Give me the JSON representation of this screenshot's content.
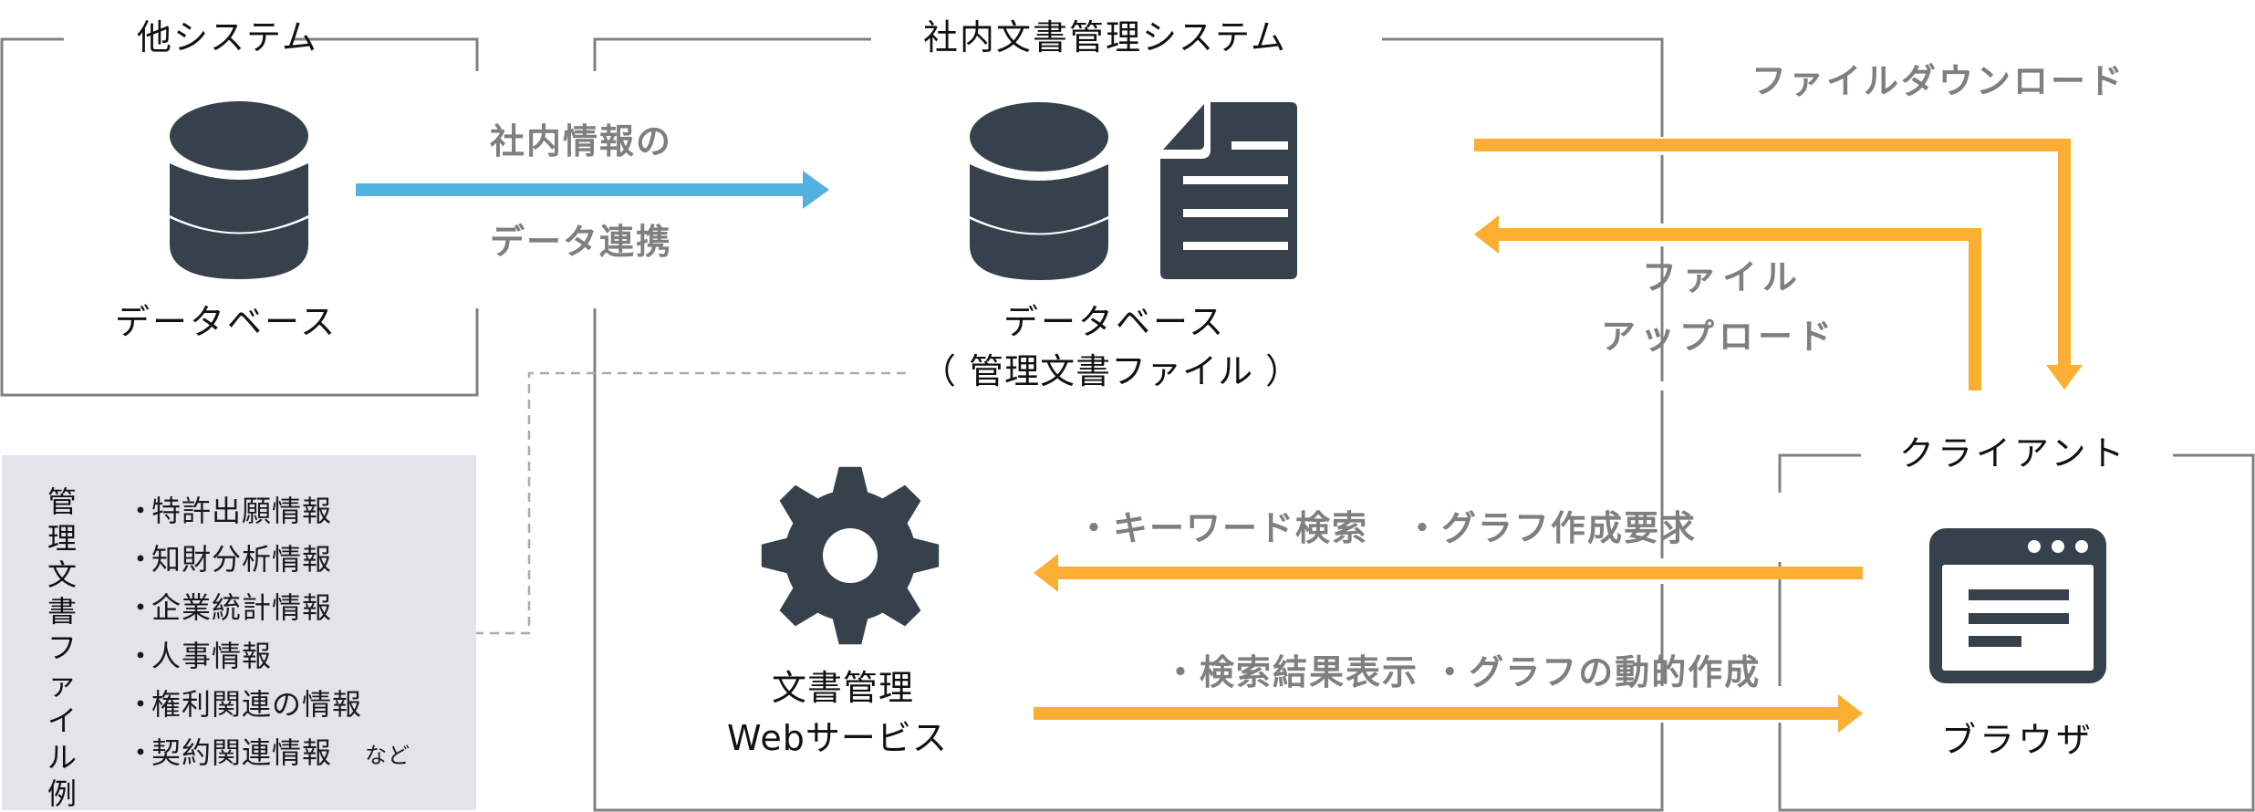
{
  "colors": {
    "icon": "#36414b",
    "box_border": "#808080",
    "dashed": "#aaaaaa",
    "sync_arrow": "#53b3e0",
    "flow_arrow": "#fcae32",
    "flow_text": "#7f7f7f",
    "examples_bg": "#e1e5e9"
  },
  "other_system": {
    "title": "他システム",
    "database_label": "データベース"
  },
  "data_sync": {
    "line1": "社内情報の",
    "line2": "データ連携"
  },
  "internal_system": {
    "title": "社内文書管理システム",
    "database_label_line1": "データベース",
    "database_label_line2": "（ 管理文書ファイル ）",
    "web_service_line1": "文書管理",
    "web_service_line2": "Webサービス"
  },
  "file_transfer": {
    "download": "ファイルダウンロード",
    "upload_line1": "ファイル",
    "upload_line2": "アップロード"
  },
  "client": {
    "title": "クライアント",
    "browser_label": "ブラウザ"
  },
  "requests": {
    "to_server": "・キーワード検索　・グラフ作成要求",
    "to_client": "・検索結果表示 ・グラフの動的作成"
  },
  "examples": {
    "heading": "管理文書ファイル例",
    "items": [
      "特許出願情報",
      "知財分析情報",
      "企業統計情報",
      "人事情報",
      "権利関連の情報",
      "契約関連情報"
    ],
    "bullet": "・",
    "suffix": "など"
  }
}
